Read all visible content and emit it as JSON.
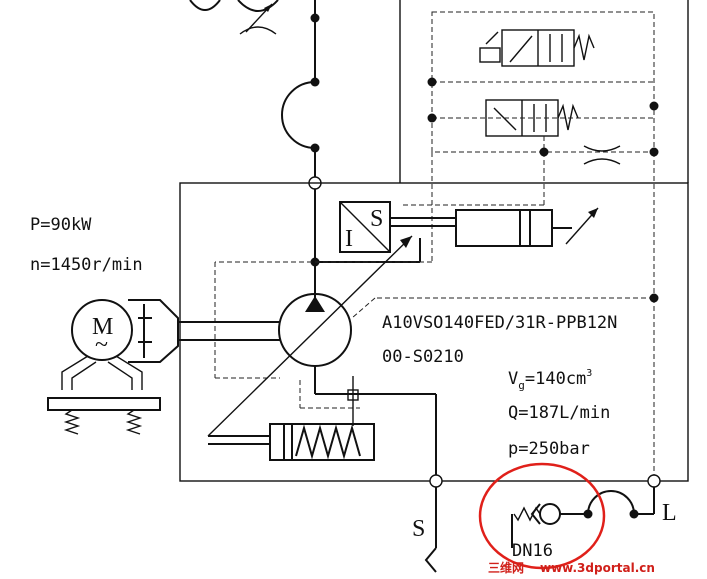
{
  "motor": {
    "power": "P=90kW",
    "speed": "n=1450r/min",
    "symbol": "M",
    "ac_mark": "~"
  },
  "pump": {
    "model_line1": "A10VSO140FED/31R-PPB12N",
    "model_line2": "00-S0210",
    "displacement_main": "V",
    "displacement_sub": "g",
    "displacement_value": "=140cm",
    "displacement_sup": "3",
    "flow": "Q=187L/min",
    "pressure": "p=250bar"
  },
  "transducer": {
    "label_i": "I",
    "label_s": "S"
  },
  "ports": {
    "suction": "S",
    "drain": "L"
  },
  "annotation": {
    "size": "DN16",
    "highlight_color": "#e0201a"
  },
  "watermark": {
    "prefix": "三维网",
    "site": "www.3dportal.cn",
    "color": "#d0201a"
  }
}
